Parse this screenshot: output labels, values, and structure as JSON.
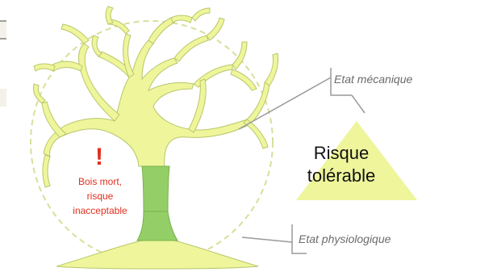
{
  "labels": {
    "etat_mecanique": "Etat mécanique",
    "etat_physiologique": "Etat physiologique",
    "risque_line1": "Risque",
    "risque_line2": "tolérable",
    "exclamation": "!",
    "dead_wood_line1": "Bois mort,",
    "dead_wood_line2": "risque",
    "dead_wood_line3": "inacceptable"
  },
  "colors": {
    "tree_crown": "#eef59b",
    "tree_outline": "#b9c66a",
    "trunk": "#93cf66",
    "trunk_outline": "#7ab24e",
    "circle_dash": "#d8df9c",
    "triangle": "#eef59b",
    "leader_line": "#9a9a9a",
    "alert_red": "#e0301e"
  }
}
